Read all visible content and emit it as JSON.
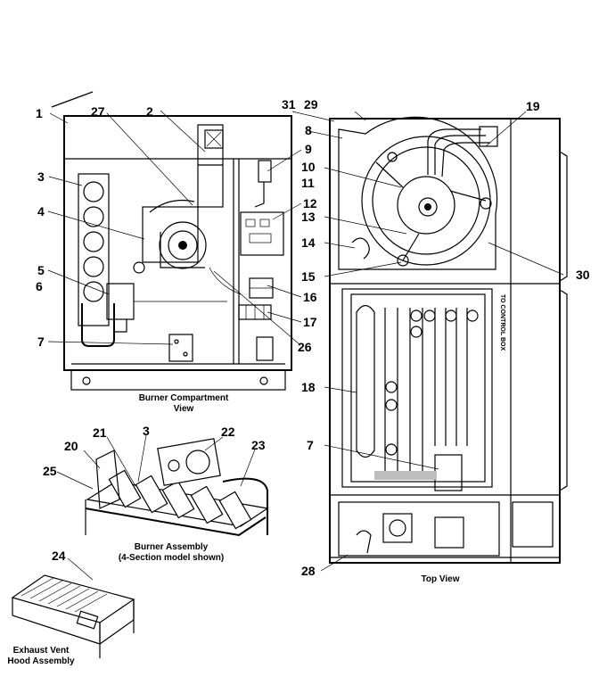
{
  "callouts": {
    "n1": "1",
    "n2": "2",
    "n3a": "3",
    "n3b": "3",
    "n4": "4",
    "n5": "5",
    "n6": "6",
    "n7a": "7",
    "n7b": "7",
    "n8": "8",
    "n9": "9",
    "n10": "10",
    "n11": "11",
    "n12": "12",
    "n13": "13",
    "n14": "14",
    "n15": "15",
    "n16": "16",
    "n17": "17",
    "n18": "18",
    "n19": "19",
    "n20": "20",
    "n21": "21",
    "n22": "22",
    "n23": "23",
    "n24": "24",
    "n25": "25",
    "n26": "26",
    "n27": "27",
    "n28": "28",
    "n29": "29",
    "n30": "30",
    "n31": "31"
  },
  "captions": {
    "burner_compartment_line1": "Burner Compartment",
    "burner_compartment_line2": "View",
    "burner_assembly_line1": "Burner Assembly",
    "burner_assembly_line2": "(4-Section model shown)",
    "top_view": "Top View",
    "exhaust_line1": "Exhaust Vent",
    "exhaust_line2": "Hood Assembly",
    "vertical_label": "TO CONTROL BOX"
  }
}
